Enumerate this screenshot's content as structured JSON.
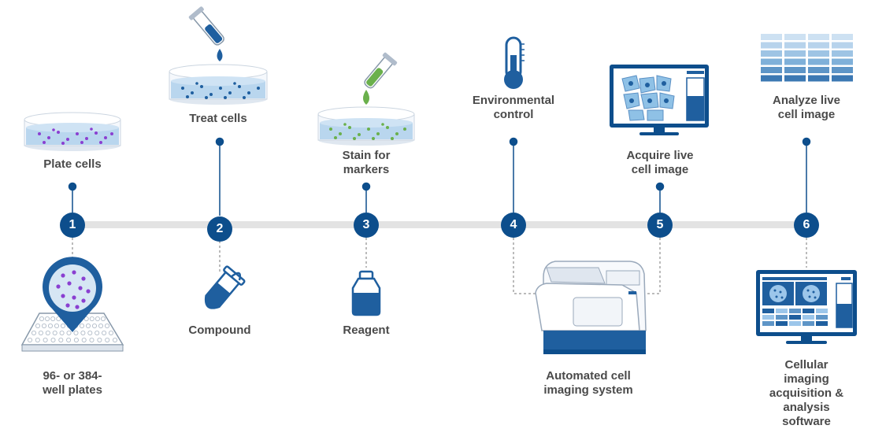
{
  "colors": {
    "navy": "#0d4e8c",
    "blue": "#2a6bb0",
    "lightblue": "#bcd6ee",
    "gray_line": "#e3e3e3",
    "purple": "#8a3fd1",
    "green": "#6ab04c",
    "text": "#4a4a4a"
  },
  "steps": [
    {
      "number": "1",
      "top_label": "Plate cells",
      "bottom_label": "96- or 384-\nwell plates"
    },
    {
      "number": "2",
      "top_label": "Treat cells",
      "bottom_label": "Compound"
    },
    {
      "number": "3",
      "top_label": "Stain for\nmarkers",
      "bottom_label": "Reagent"
    },
    {
      "number": "4",
      "top_label": "Environmental\ncontrol",
      "bottom_label": "Automated cell\nimaging system"
    },
    {
      "number": "5",
      "top_label": "Acquire live\ncell image",
      "bottom_label": ""
    },
    {
      "number": "6",
      "top_label": "Analyze live\ncell image",
      "bottom_label": "Cellular imaging\nacquisition & analysis\nsoftware"
    }
  ],
  "icons": {
    "step1_top": "petri-dish-purple-icon",
    "step1_bottom": "well-plate-pin-icon",
    "step2_top": "petri-dish-dropper-icon",
    "step2_bottom": "compound-tube-icon",
    "step3_top": "petri-dish-green-dropper-icon",
    "step3_bottom": "reagent-bottle-icon",
    "step4_top": "thermometer-icon",
    "step4_bottom": "imaging-system-icon",
    "step5_top": "monitor-cells-icon",
    "step6_top": "data-grid-icon",
    "step6_bottom": "software-monitor-icon"
  }
}
